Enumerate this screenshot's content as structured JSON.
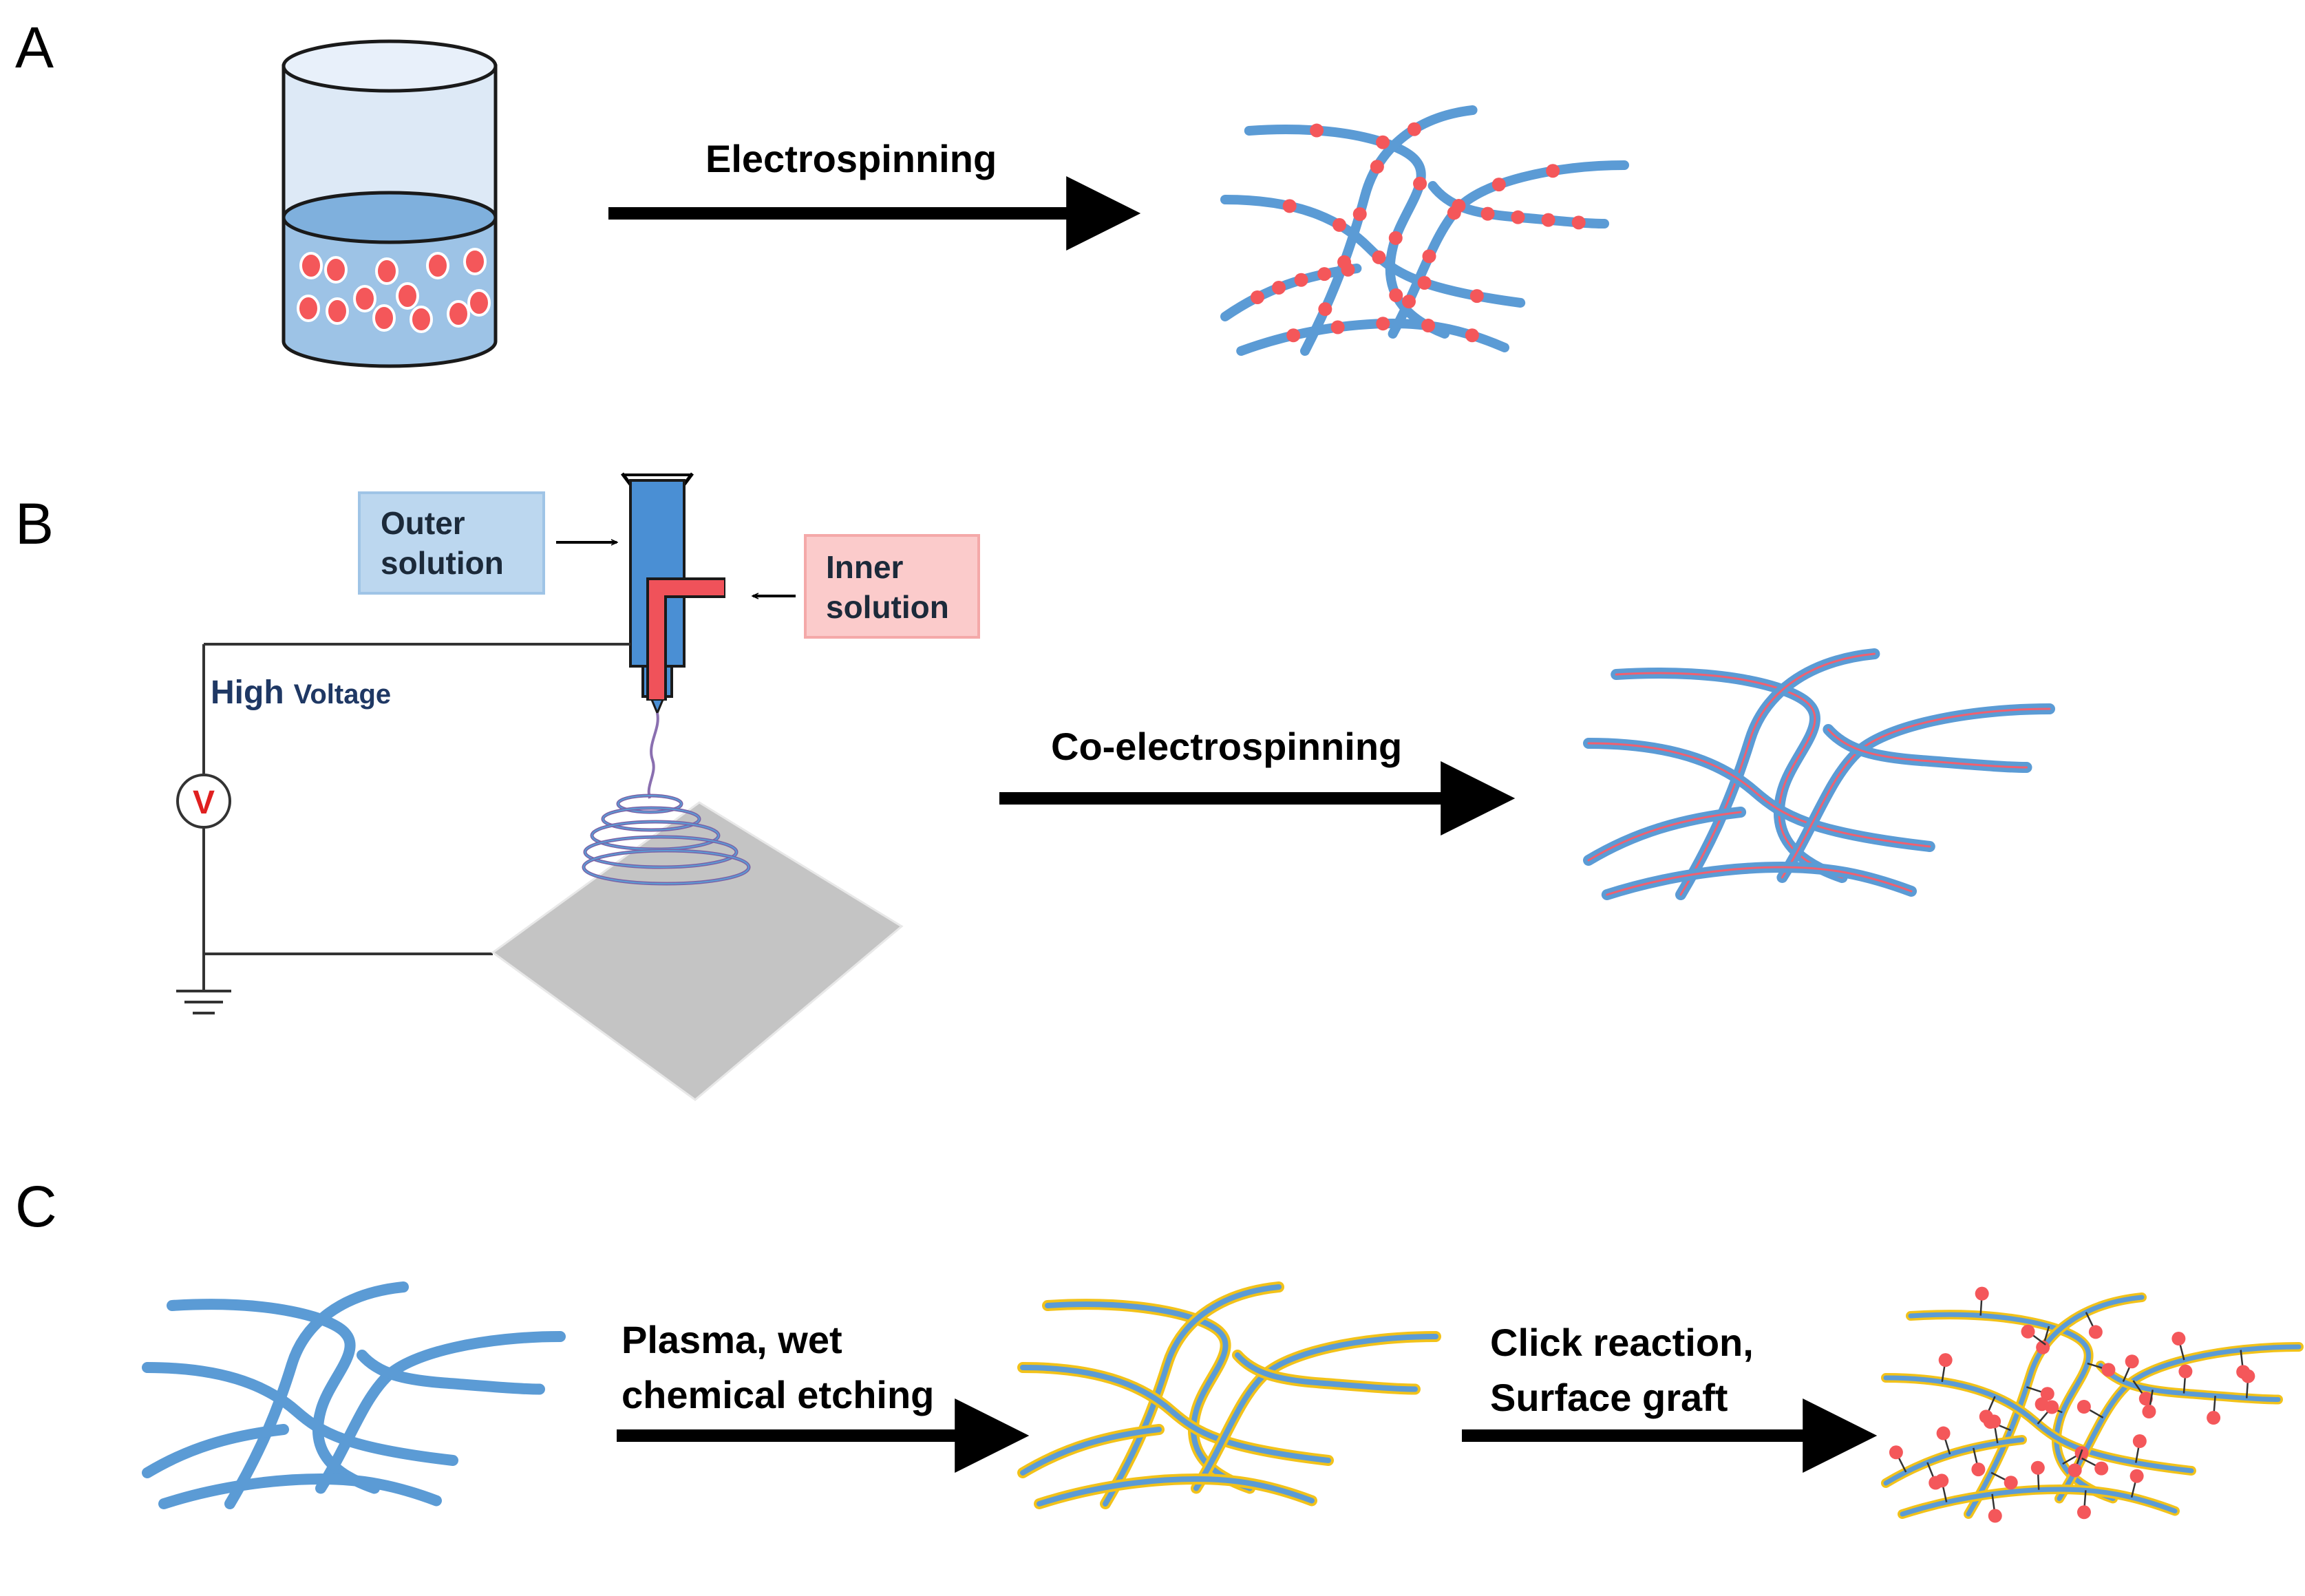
{
  "panels": {
    "a": {
      "letter": "A",
      "arrow_label": "Electrospinning"
    },
    "b": {
      "letter": "B",
      "outer_box": {
        "line1": "Outer",
        "line2": "solution"
      },
      "inner_box": {
        "line1": "Inner",
        "line2": "solution"
      },
      "voltage_label": {
        "strong": "High",
        "rest": "Voltage"
      },
      "voltmeter_symbol": "V",
      "arrow_label": "Co-electrospinning"
    },
    "c": {
      "letter": "C",
      "arrow1_label": {
        "line1": "Plasma, wet",
        "line2": "chemical etching"
      },
      "arrow2_label": {
        "line1": "Click reaction,",
        "line2": "Surface graft"
      }
    }
  },
  "colors": {
    "fiber_blue": "#5b9bd5",
    "particle_red": "#f4575a",
    "coating_yellow": "#f2c21a",
    "inner_red": "#f06070",
    "outer_box_fill": "#bcd7ef",
    "inner_box_fill": "#fbcbcb",
    "collector_gray": "#c4c4c4",
    "beaker_liquid": "#9dc3e6",
    "beaker_glass": "#dde9f6"
  },
  "icons": [
    "beaker-icon",
    "spinneret-needle-icon",
    "voltmeter-icon",
    "ground-icon",
    "collector-plate-icon"
  ]
}
